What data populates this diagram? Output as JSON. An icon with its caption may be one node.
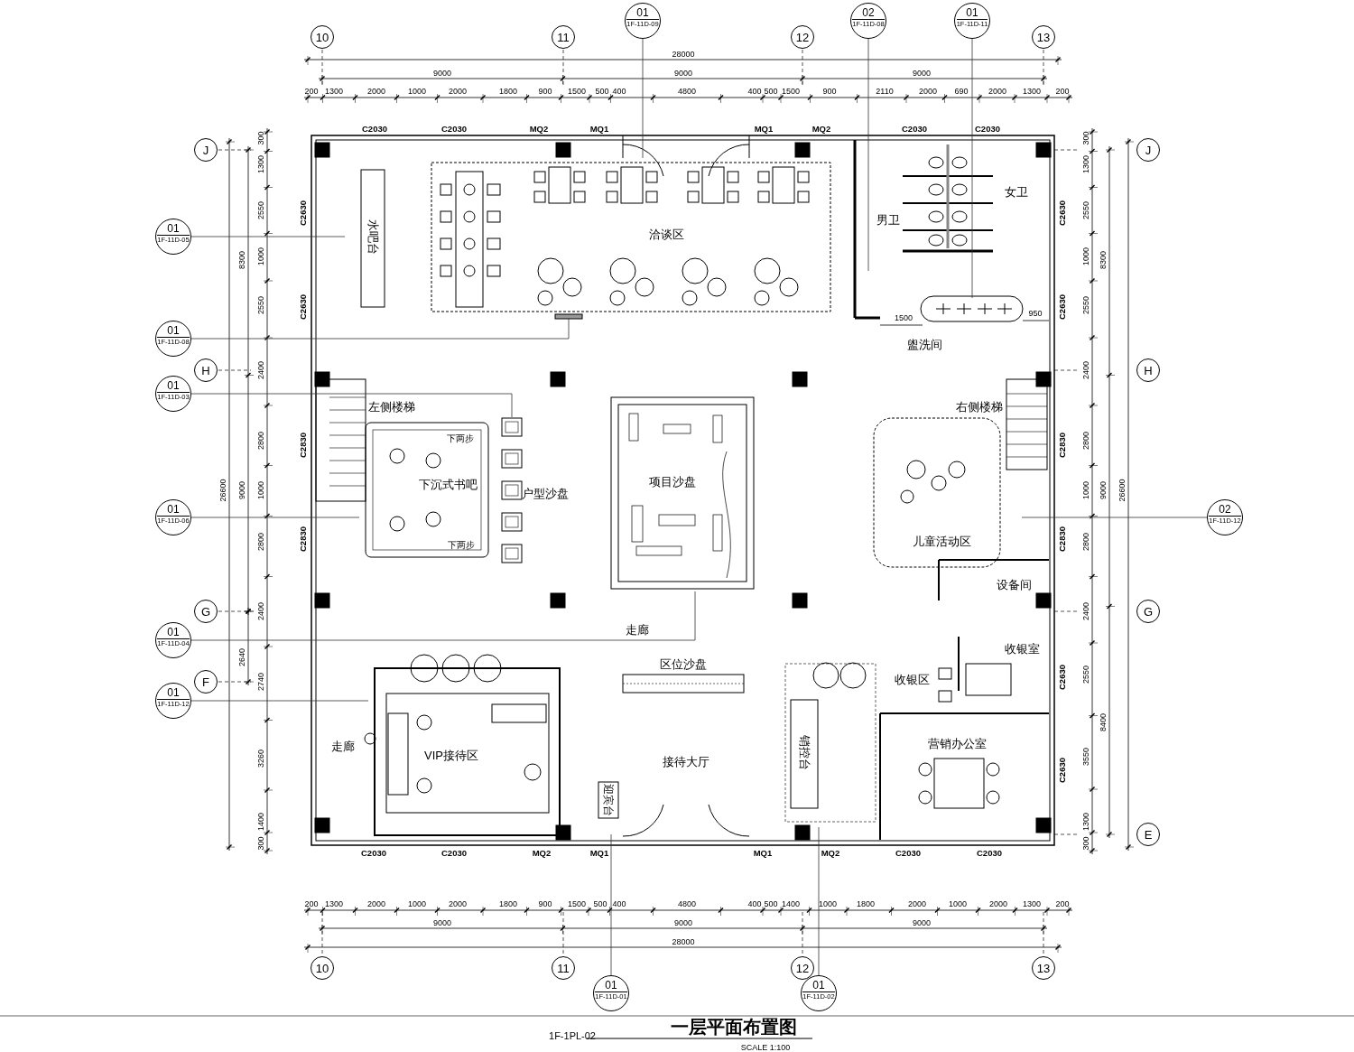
{
  "diagram": {
    "title": "一层平面布置图",
    "nodes": [
      {
        "text": [
          "01",
          "1F-11D-09"
        ]
      },
      {
        "text": [
          "02",
          "1F-11D-08"
        ]
      },
      {
        "text": [
          "01",
          "1F-11D-11"
        ]
      },
      {
        "text": [
          "01",
          "1F-11D-05"
        ]
      },
      {
        "text": [
          "01",
          "1F-11D-08"
        ]
      },
      {
        "text": [
          "01",
          "1F-11D-03"
        ]
      },
      {
        "text": [
          "01",
          "1F-11D-06"
        ]
      },
      {
        "text": [
          "01",
          "1F-11D-04"
        ]
      },
      {
        "text": [
          "01",
          "1F-11D-12"
        ]
      },
      {
        "text": [
          "02",
          "1F-11D-12"
        ]
      },
      {
        "text": [
          "01",
          "1F-11D-01"
        ]
      },
      {
        "text": [
          "01",
          "1F-11D-02"
        ]
      }
    ],
    "edges": [
      {
        "from": 0,
        "to": null,
        "arrow": "none"
      },
      {
        "from": 1,
        "to": null,
        "arrow": "none"
      },
      {
        "from": 2,
        "to": null,
        "arrow": "none"
      },
      {
        "from": 3,
        "to": null,
        "arrow": "none"
      },
      {
        "from": 4,
        "to": null,
        "arrow": "none"
      },
      {
        "from": 5,
        "to": null,
        "arrow": "none"
      },
      {
        "from": 6,
        "to": null,
        "arrow": "none"
      },
      {
        "from": 7,
        "to": null,
        "arrow": "none"
      },
      {
        "from": 8,
        "to": null,
        "arrow": "none"
      },
      {
        "from": 9,
        "to": null,
        "arrow": "none"
      },
      {
        "from": 10,
        "to": null,
        "arrow": "none"
      },
      {
        "from": 11,
        "to": null,
        "arrow": "none"
      }
    ],
    "labels": [
      "10",
      "11",
      "12",
      "13",
      "28000",
      "9000",
      "9000",
      "9000",
      "200",
      "1300",
      "2000",
      "1000",
      "2000",
      "1800",
      "900",
      "1500",
      "500",
      "400",
      "4800",
      "400",
      "500",
      "1500",
      "900",
      "2110",
      "2000",
      "690",
      "2000",
      "1300",
      "200",
      "C2030",
      "C2030",
      "MQ2",
      "MQ1",
      "MQ1",
      "MQ2",
      "C2030",
      "C2030",
      "J",
      "H",
      "G",
      "F",
      "J",
      "H",
      "G",
      "E",
      "26600",
      "8300",
      "9000",
      "2640",
      "300",
      "1300",
      "2550",
      "1000",
      "2550",
      "2400",
      "2800",
      "1000",
      "2800",
      "2400",
      "2740",
      "3260",
      "1400",
      "300",
      "C2630",
      "C2630",
      "C2830",
      "C2830",
      "C2630",
      "C2630",
      "C2830",
      "C2830",
      "C2630",
      "C2630",
      "300",
      "1300",
      "2550",
      "1000",
      "2550",
      "2400",
      "2800",
      "1000",
      "2800",
      "2400",
      "2550",
      "3550",
      "1300",
      "300",
      "8300",
      "9000",
      "8400",
      "26600",
      "水吧台",
      "洽谈区",
      "男卫",
      "女卫",
      "1500",
      "950",
      "盥洗间",
      "左侧楼梯",
      "右侧楼梯",
      "下两步",
      "下沉式书吧",
      "户型沙盘",
      "项目沙盘",
      "下两步",
      "儿童活动区",
      "设备间",
      "走廊",
      "区位沙盘",
      "收银室",
      "收银区",
      "走廊",
      "VIP接待区",
      "营销办公室",
      "接待大厅",
      "销控台",
      "迎宾台",
      "C2030",
      "C2030",
      "MQ2",
      "MQ1",
      "MQ1",
      "MQ2",
      "C2030",
      "C2030",
      "200",
      "1300",
      "2000",
      "1000",
      "2000",
      "1800",
      "900",
      "1500",
      "500",
      "400",
      "4800",
      "400",
      "500",
      "1400",
      "1000",
      "1800",
      "2000",
      "1000",
      "2000",
      "1300",
      "200",
      "9000",
      "9000",
      "9000",
      "28000",
      "10",
      "11",
      "12",
      "13",
      "1F-1PL-02",
      "SCALE 1:100"
    ]
  }
}
